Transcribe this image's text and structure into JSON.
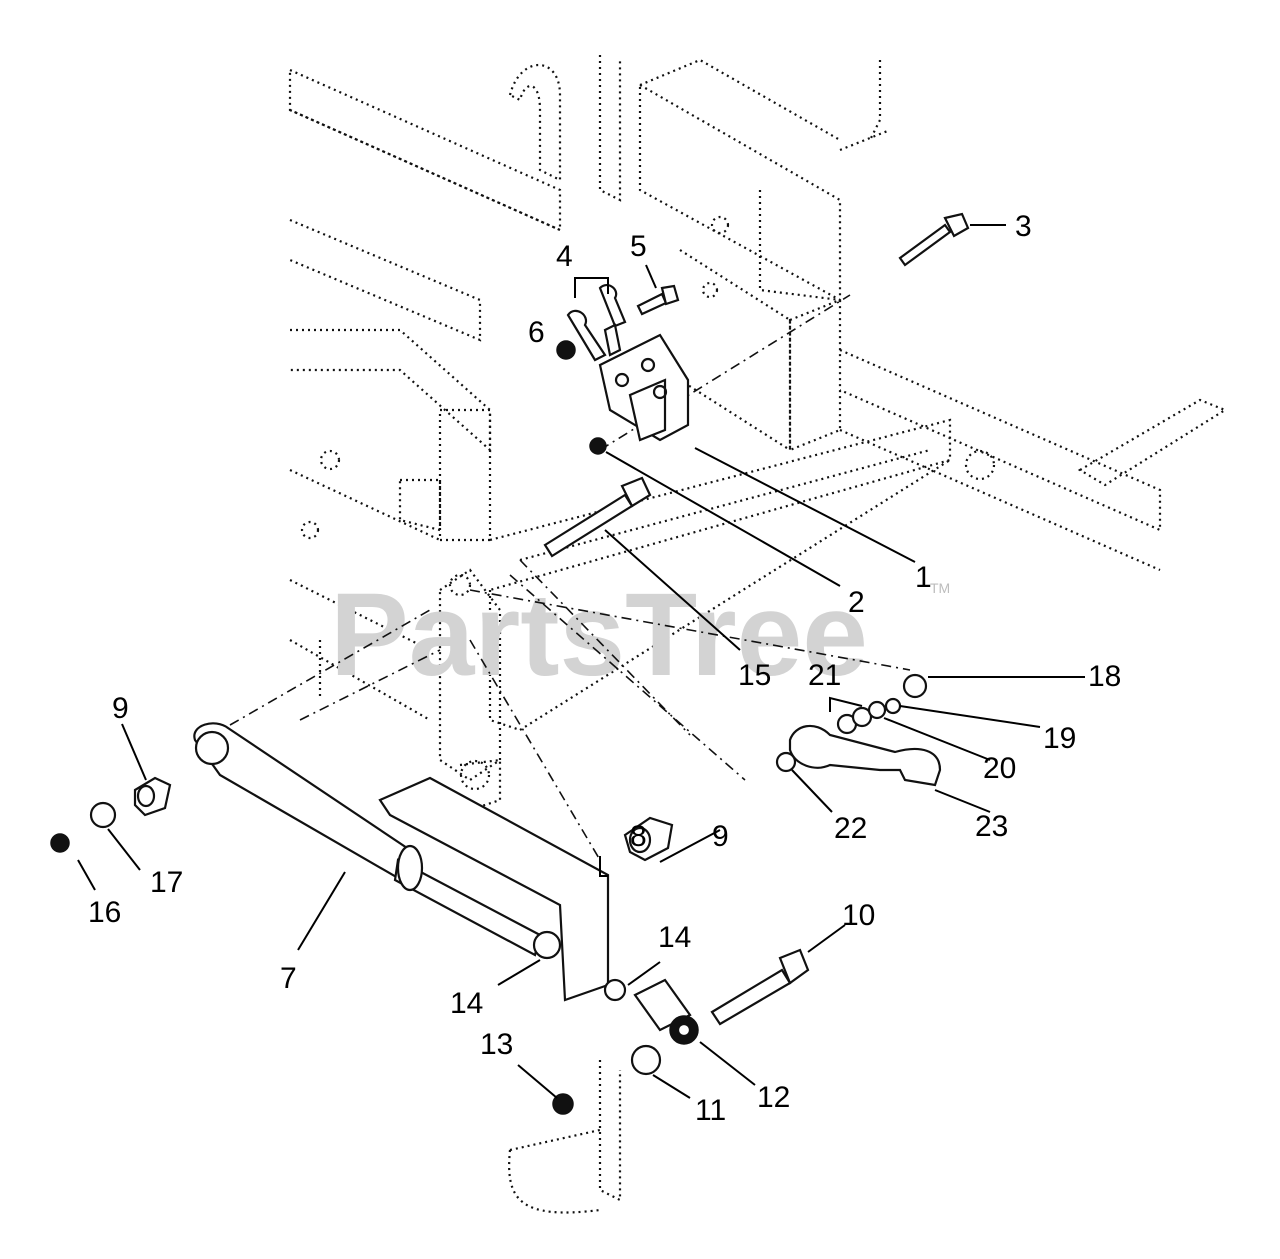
{
  "watermark": {
    "text": "PartsTree",
    "trademark": "TM"
  },
  "callouts": [
    "1",
    "2",
    "3",
    "4",
    "5",
    "6",
    "7",
    "8",
    "9",
    "9",
    "10",
    "11",
    "12",
    "13",
    "14",
    "14",
    "15",
    "16",
    "17",
    "18",
    "19",
    "20",
    "21",
    "22",
    "23"
  ]
}
